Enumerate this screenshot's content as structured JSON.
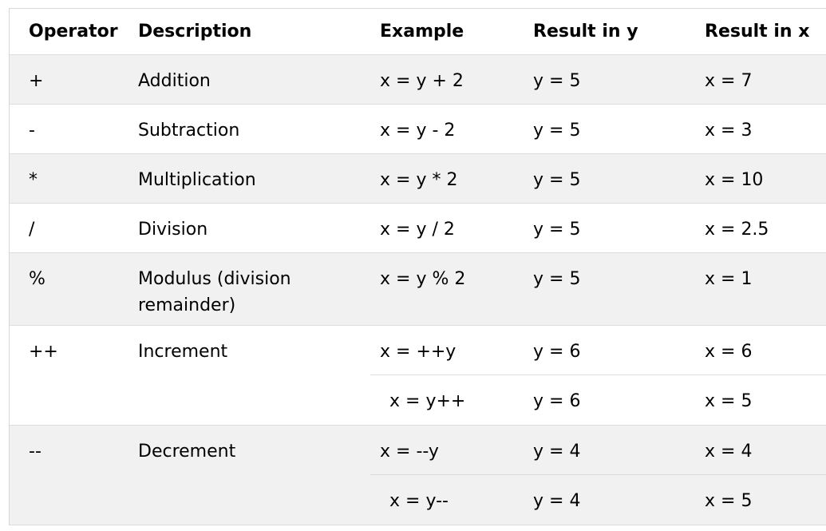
{
  "headers": {
    "operator": "Operator",
    "description": "Description",
    "example": "Example",
    "result_y": "Result in y",
    "result_x": "Result in x"
  },
  "rows": [
    {
      "op": "+",
      "desc": "Addition",
      "example": "x = y + 2",
      "ry": "y = 5",
      "rx": "x = 7"
    },
    {
      "op": "-",
      "desc": "Subtraction",
      "example": "x = y - 2",
      "ry": "y = 5",
      "rx": "x = 3"
    },
    {
      "op": "*",
      "desc": "Multiplication",
      "example": "x = y * 2",
      "ry": "y = 5",
      "rx": "x = 10"
    },
    {
      "op": "/",
      "desc": "Division",
      "example": "x = y / 2",
      "ry": "y = 5",
      "rx": "x = 2.5"
    },
    {
      "op": "%",
      "desc_line1": "Modulus (division",
      "desc_line2": "remainder)",
      "example": "x = y % 2",
      "ry": "y = 5",
      "rx": "x = 1"
    }
  ],
  "increment": {
    "op": "++",
    "desc": "Increment",
    "sub": [
      {
        "example": "x = ++y",
        "ry": "y = 6",
        "rx": "x = 6"
      },
      {
        "example": "x = y++",
        "ry": "y = 6",
        "rx": "x = 5"
      }
    ]
  },
  "decrement": {
    "op": "--",
    "desc": "Decrement",
    "sub": [
      {
        "example": "x = --y",
        "ry": "y = 4",
        "rx": "x = 4"
      },
      {
        "example": "x = y--",
        "ry": "y = 4",
        "rx": "x = 5"
      }
    ]
  }
}
